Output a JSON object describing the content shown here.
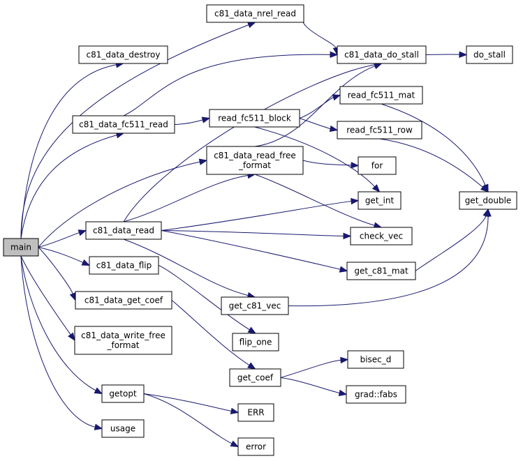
{
  "nodes": {
    "main": {
      "lines": [
        "main"
      ]
    },
    "destroy": {
      "lines": [
        "c81_data_destroy"
      ]
    },
    "fc511_read": {
      "lines": [
        "c81_data_fc511_read"
      ]
    },
    "data_read": {
      "lines": [
        "c81_data_read"
      ]
    },
    "flip": {
      "lines": [
        "c81_data_flip"
      ]
    },
    "get_coef_data": {
      "lines": [
        "c81_data_get_coef"
      ]
    },
    "write_free": {
      "lines": [
        "c81_data_write_free",
        "_format"
      ]
    },
    "getopt": {
      "lines": [
        "getopt"
      ]
    },
    "usage": {
      "lines": [
        "usage"
      ]
    },
    "nrel_read": {
      "lines": [
        "c81_data_nrel_read"
      ]
    },
    "do_stall_c81": {
      "lines": [
        "c81_data_do_stall"
      ]
    },
    "do_stall": {
      "lines": [
        "do_stall"
      ]
    },
    "read_fc511_block": {
      "lines": [
        "read_fc511_block"
      ]
    },
    "read_free": {
      "lines": [
        "c81_data_read_free",
        "_format"
      ]
    },
    "read_fc511_mat": {
      "lines": [
        "read_fc511_mat"
      ]
    },
    "read_fc511_row": {
      "lines": [
        "read_fc511_row"
      ]
    },
    "for": {
      "lines": [
        "for"
      ]
    },
    "get_int": {
      "lines": [
        "get_int"
      ]
    },
    "check_vec": {
      "lines": [
        "check_vec"
      ]
    },
    "get_double": {
      "lines": [
        "get_double"
      ]
    },
    "get_c81_mat": {
      "lines": [
        "get_c81_mat"
      ]
    },
    "get_c81_vec": {
      "lines": [
        "get_c81_vec"
      ]
    },
    "flip_one": {
      "lines": [
        "flip_one"
      ]
    },
    "get_coef": {
      "lines": [
        "get_coef"
      ]
    },
    "bisec_d": {
      "lines": [
        "bisec_d"
      ]
    },
    "grad_fabs": {
      "lines": [
        "grad::fabs"
      ]
    },
    "ERR": {
      "lines": [
        "ERR"
      ]
    },
    "error": {
      "lines": [
        "error"
      ]
    }
  },
  "edges": [
    [
      "main",
      "destroy"
    ],
    [
      "main",
      "fc511_read"
    ],
    [
      "main",
      "data_read"
    ],
    [
      "main",
      "read_free"
    ],
    [
      "main",
      "flip"
    ],
    [
      "main",
      "get_coef_data"
    ],
    [
      "main",
      "write_free"
    ],
    [
      "main",
      "getopt"
    ],
    [
      "main",
      "usage"
    ],
    [
      "main",
      "nrel_read"
    ],
    [
      "nrel_read",
      "do_stall_c81"
    ],
    [
      "fc511_read",
      "do_stall_c81"
    ],
    [
      "fc511_read",
      "read_fc511_block"
    ],
    [
      "data_read",
      "do_stall_c81"
    ],
    [
      "data_read",
      "read_free"
    ],
    [
      "data_read",
      "get_int"
    ],
    [
      "data_read",
      "check_vec"
    ],
    [
      "data_read",
      "get_c81_mat"
    ],
    [
      "data_read",
      "get_c81_vec"
    ],
    [
      "do_stall_c81",
      "do_stall"
    ],
    [
      "read_fc511_block",
      "read_fc511_mat"
    ],
    [
      "read_fc511_block",
      "read_fc511_row"
    ],
    [
      "read_fc511_block",
      "get_int"
    ],
    [
      "read_free",
      "do_stall_c81"
    ],
    [
      "read_free",
      "for"
    ],
    [
      "read_free",
      "check_vec"
    ],
    [
      "read_fc511_mat",
      "get_double"
    ],
    [
      "read_fc511_row",
      "get_double"
    ],
    [
      "get_c81_mat",
      "get_double"
    ],
    [
      "get_c81_vec",
      "get_double"
    ],
    [
      "flip",
      "flip_one"
    ],
    [
      "get_coef_data",
      "get_coef"
    ],
    [
      "get_coef",
      "bisec_d"
    ],
    [
      "get_coef",
      "grad_fabs"
    ],
    [
      "getopt",
      "ERR"
    ],
    [
      "getopt",
      "error"
    ]
  ]
}
